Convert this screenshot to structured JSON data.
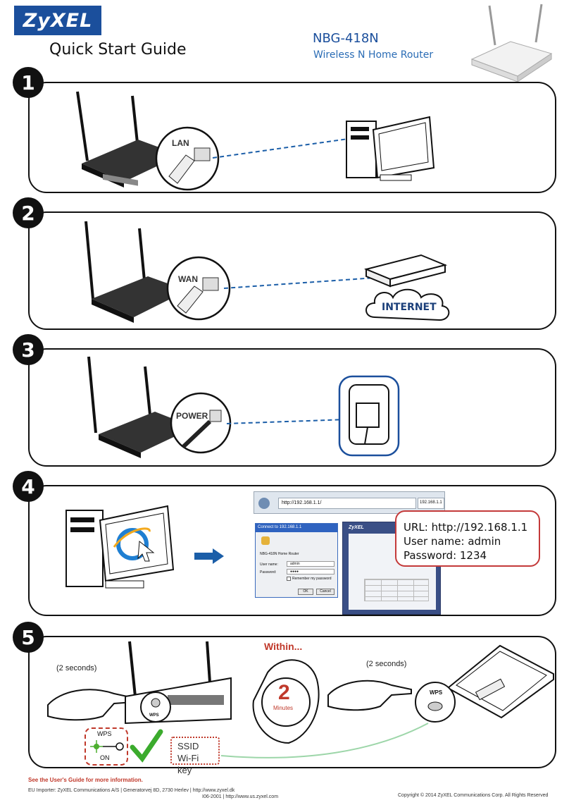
{
  "header": {
    "logo": "ZyXEL",
    "guide_title": "Quick Start Guide",
    "model": "NBG-418N",
    "subtitle": "Wireless N Home Router"
  },
  "steps": [
    {
      "number": "1",
      "port_label": "LAN"
    },
    {
      "number": "2",
      "port_label": "WAN",
      "cloud_label": "INTERNET"
    },
    {
      "number": "3",
      "port_label": "POWER"
    },
    {
      "number": "4",
      "browser_url": "http://192.168.1.1/",
      "browser_tab": "192.168.1.1",
      "dialog_title": "Connect to 192.168.1.1",
      "dialog_realm": "NBG-418N Home Router",
      "user_label": "User name:",
      "user_value": "admin",
      "password_label": "Password:",
      "password_value": "●●●●",
      "remember_label": "Remember my password",
      "ok_label": "OK",
      "cancel_label": "Cancel",
      "login_lines": [
        "URL: http://192.168.1.1",
        "User name: admin",
        "Password: 1234"
      ]
    },
    {
      "number": "5",
      "within_label": "Within...",
      "left_seconds": "(2 seconds)",
      "right_seconds": "(2 seconds)",
      "timer_value": "2",
      "timer_unit": "Minutes",
      "router_button_label": "WPS",
      "laptop_button_label": "WPS",
      "led_top": "WPS",
      "led_bottom": "ON",
      "ssid_line1": "SSID",
      "ssid_line2": "Wi-Fi key"
    }
  ],
  "footer": {
    "see_guide": "See the User's Guide for more information.",
    "importer": "EU Importer: ZyXEL Communications A/S | Generatorvej 8D, 2730 Herlev | http://www.zyxel.dk",
    "us_line": "I06-2001 | http://www.us.zyxel.com",
    "copyright": "Copyright © 2014 ZyXEL Communications Corp. All Rights Reserved"
  },
  "colors": {
    "brand_blue": "#1b4f9c",
    "accent_red": "#c43a3a",
    "dash_blue": "#1b5ea8"
  }
}
